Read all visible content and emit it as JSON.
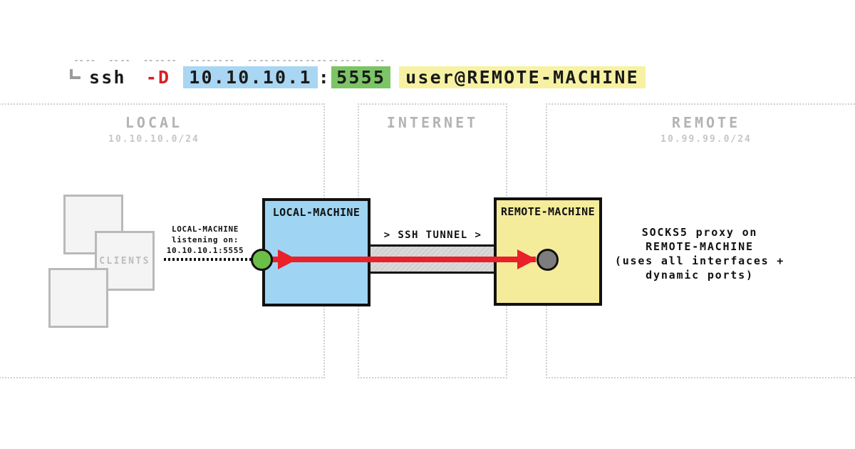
{
  "header": {
    "clipped_fragment": "xx xx xxx xxxx xxxxxxxxxx x",
    "command": {
      "program": "ssh",
      "flag": "-D",
      "bind_address": "10.10.10.1",
      "separator": ":",
      "port": "5555",
      "target": "user@REMOTE-MACHINE"
    }
  },
  "regions": {
    "local": {
      "label": "LOCAL",
      "subnet": "10.10.10.0/24"
    },
    "internet": {
      "label": "INTERNET",
      "subnet": ""
    },
    "remote": {
      "label": "REMOTE",
      "subnet": "10.99.99.0/24"
    }
  },
  "clients": {
    "label": "CLIENTS"
  },
  "local_machine": {
    "label": "LOCAL-MACHINE",
    "annotation": [
      "LOCAL-MACHINE",
      "listening on:",
      "10.10.10.1:5555"
    ]
  },
  "tunnel": {
    "label": "> SSH TUNNEL >"
  },
  "remote_machine": {
    "label": "REMOTE-MACHINE",
    "annotation": [
      "SOCKS5 proxy on",
      "REMOTE-MACHINE",
      "(uses all interfaces +",
      "dynamic ports)"
    ]
  },
  "colors": {
    "local_machine_fill": "#9fd5f2",
    "remote_machine_fill": "#f5ec9b",
    "listener_dot_green": "#6cbf46",
    "proxy_dot_gray": "#7d7d7d",
    "arrow_red": "#e8212b",
    "highlight_blue": "#a9d6f2",
    "highlight_green": "#7cc466",
    "highlight_yellow": "#f7f2a3",
    "flag_red": "#d42027",
    "region_gray": "#b3b3b3"
  }
}
